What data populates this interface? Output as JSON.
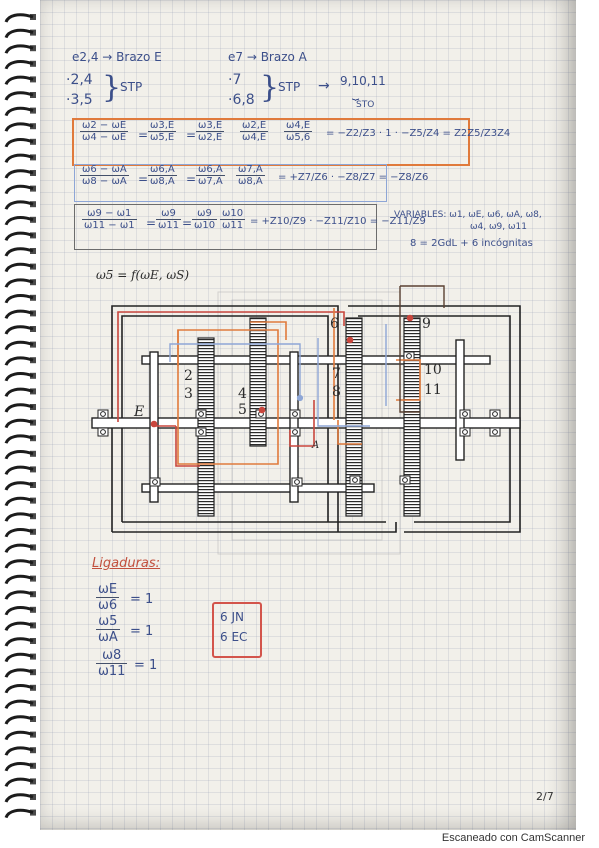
{
  "header": {
    "left_label": "e2,4 → Brazo E",
    "right_label": "e7 → Brazo A",
    "left_list": [
      "·2,4",
      "·3,5"
    ],
    "left_stp": "STP",
    "right_list": [
      "·7",
      "·6,8"
    ],
    "right_stp": "STP",
    "right_extra": "9,10,11",
    "right_extra_note": "STO"
  },
  "equations": {
    "eq1_left_num": "ω2 − ωE",
    "eq1_left_den": "ω4 − ωE",
    "eq1_t1_num": "ω3,E",
    "eq1_t1_den": "ω5,E",
    "eq1_t2_num": "ω3,E",
    "eq1_t2_den": "ω2,E",
    "eq1_t3_num": "ω2,E",
    "eq1_t3_den": "ω4,E",
    "eq1_t4_num": "ω4,E",
    "eq1_t4_den": "ω5,6",
    "eq1_rhs": "= −Z2/Z3 · 1 · −Z5/Z4 = Z2Z5/Z3Z4",
    "eq2_left_num": "ω6 − ωA",
    "eq2_left_den": "ω8 − ωA",
    "eq2_t1_num": "ω6,A",
    "eq2_t1_den": "ω8,A",
    "eq2_t2_num": "ω6,A",
    "eq2_t2_den": "ω7,A",
    "eq2_t3_num": "ω7,A",
    "eq2_t3_den": "ω8,A",
    "eq2_rhs": "= +Z7/Z6 · −Z8/Z7 = −Z8/Z6",
    "eq3_left_num": "ω9 − ω1",
    "eq3_left_den": "ω11 − ω1",
    "eq3_t1_num": "ω9",
    "eq3_t1_den": "ω11",
    "eq3_t2_num": "ω9",
    "eq3_t2_den": "ω10",
    "eq3_t3_num": "ω10",
    "eq3_t3_den": "ω11",
    "eq3_rhs": "= +Z10/Z9 · −Z11/Z10 = −Z11/Z9",
    "variables": "VARIABLES: ω1, ωE, ω6, ωA, ω8,",
    "variables_2": "ω4, ω9, ω11",
    "count": "8 = 2GdL + 6 incógnitas"
  },
  "formula": "ω5 = f(ωE, ωS)",
  "diagram_labels": {
    "g2": "2",
    "g3": "3",
    "g4": "4",
    "g5": "5",
    "g6": "6",
    "g7": "7",
    "g8": "8",
    "g9": "9",
    "g10": "10",
    "g11": "11",
    "arm_e": "E",
    "arm_a": "A"
  },
  "ligaduras": {
    "title": "Ligaduras:",
    "l1_num": "ωE",
    "l1_den": "ω6",
    "l1_val": "= 1",
    "l2_num": "ω5",
    "l2_den": "ωA",
    "l2_val": "= 1",
    "l3_num": "ω8",
    "l3_den": "ω11",
    "l3_val": "= 1",
    "box_1": "6 JN",
    "box_2": "6 EC"
  },
  "page_number": "2/7",
  "footer": "Escaneado con CamScanner",
  "colors": {
    "ink_blue": "#3c4f8a",
    "ink_red": "#c2503e",
    "orange": "#e07a3c",
    "light_blue": "#8ea6d6"
  }
}
